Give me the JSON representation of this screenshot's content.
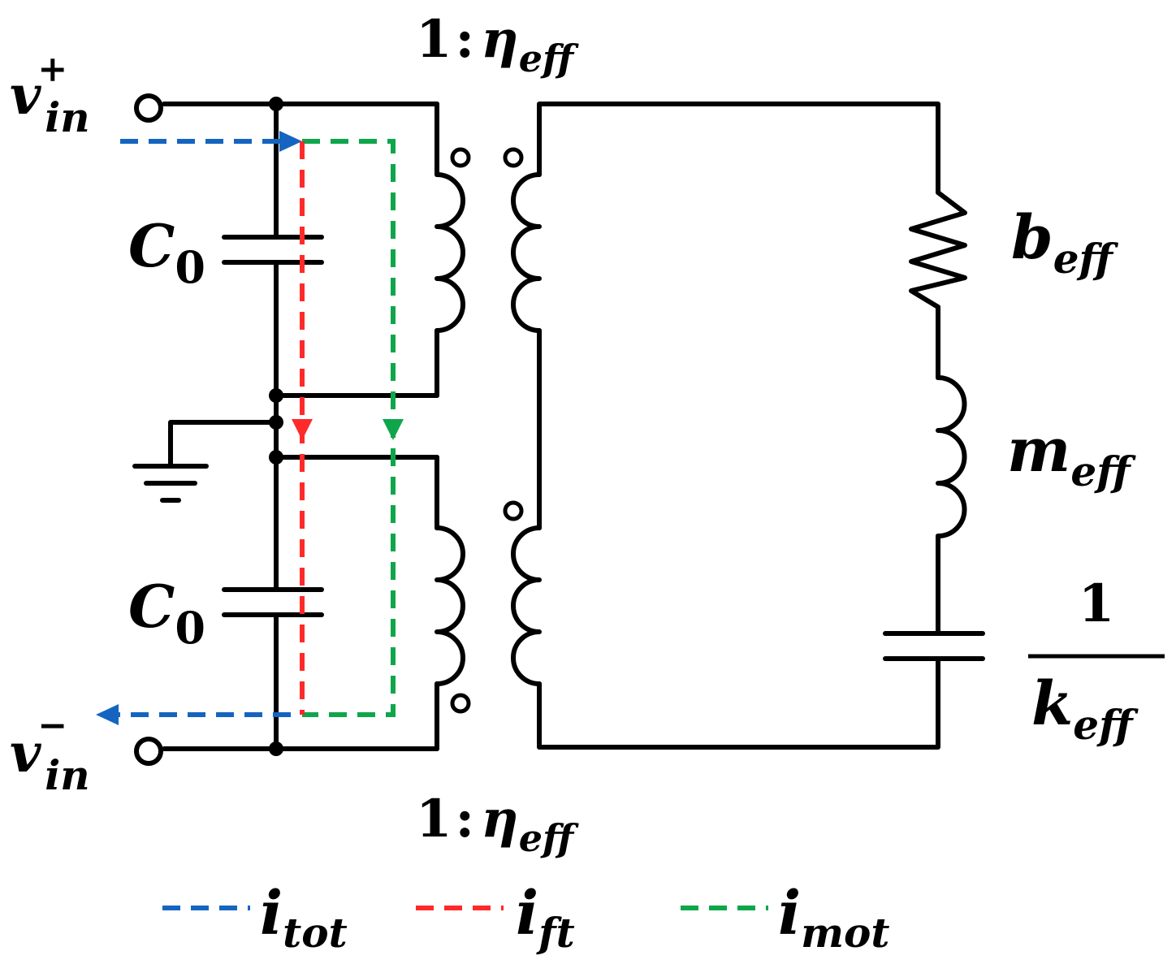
{
  "colors": {
    "wire": "#000000",
    "i_tot": "#1565C0",
    "i_ft": "#FF2A2A",
    "i_mot": "#0FA64B"
  },
  "labels": {
    "vin_plus": {
      "base": "v",
      "sup": "+",
      "sub": "in"
    },
    "vin_minus": {
      "base": "v",
      "sup": "−",
      "sub": "in"
    },
    "c0_top": {
      "base": "C",
      "sub": "0"
    },
    "c0_bottom": {
      "base": "C",
      "sub": "0"
    },
    "ratio_top": {
      "one": "1",
      "colon": ":",
      "base": "η",
      "sub": "eff"
    },
    "ratio_bottom": {
      "one": "1",
      "colon": ":",
      "base": "η",
      "sub": "eff"
    },
    "damping": {
      "base": "b",
      "sub": "eff"
    },
    "mass": {
      "base": "m",
      "sub": "eff"
    },
    "compliance": {
      "numerator": "1",
      "base": "k",
      "sub": "eff"
    }
  },
  "legend": [
    {
      "base": "i",
      "sub": "tot",
      "color_key": "i_tot"
    },
    {
      "base": "i",
      "sub": "ft",
      "color_key": "i_ft"
    },
    {
      "base": "i",
      "sub": "mot",
      "color_key": "i_mot"
    }
  ]
}
